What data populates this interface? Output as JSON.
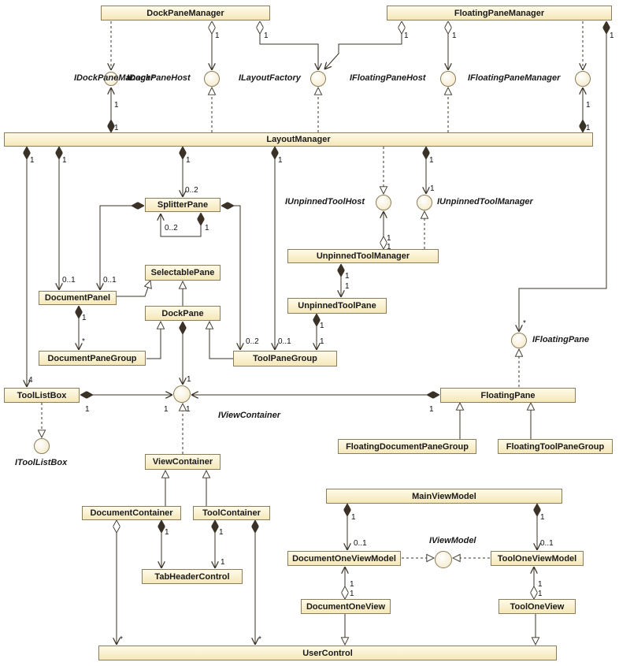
{
  "diagram_type": "uml-class-diagram",
  "classes": {
    "dock_pane_manager": "DockPaneManager",
    "floating_pane_manager": "FloatingPaneManager",
    "layout_manager": "LayoutManager",
    "splitter_pane": "SplitterPane",
    "selectable_pane": "SelectablePane",
    "document_panel": "DocumentPanel",
    "dock_pane": "DockPane",
    "document_pane_group": "DocumentPaneGroup",
    "tool_pane_group": "ToolPaneGroup",
    "unpinned_tool_manager": "UnpinnedToolManager",
    "unpinned_tool_pane": "UnpinnedToolPane",
    "tool_list_box": "ToolListBox",
    "floating_pane": "FloatingPane",
    "floating_document_pane_group": "FloatingDocumentPaneGroup",
    "floating_tool_pane_group": "FloatingToolPaneGroup",
    "view_container": "ViewContainer",
    "document_container": "DocumentContainer",
    "tool_container": "ToolContainer",
    "tab_header_control": "TabHeaderControl",
    "main_view_model": "MainViewModel",
    "document_one_view_model": "DocumentOneViewModel",
    "tool_one_view_model": "ToolOneViewModel",
    "document_one_view": "DocumentOneView",
    "tool_one_view": "ToolOneView",
    "user_control": "UserControl"
  },
  "interfaces": {
    "i_dock_pane_manager": "IDockPaneManager",
    "i_dock_pane_host": "IDockPaneHost",
    "i_layout_factory": "ILayoutFactory",
    "i_floating_pane_host": "IFloatingPaneHost",
    "i_floating_pane_manager": "IFloatingPaneManager",
    "i_unpinned_tool_host": "IUnpinnedToolHost",
    "i_unpinned_tool_manager": "IUnpinnedToolManager",
    "i_floating_pane": "IFloatingPane",
    "i_view_container": "IViewContainer",
    "i_tool_list_box": "IToolListBox",
    "i_view_model": "IViewModel"
  },
  "relationships": [
    {
      "kind": "realization",
      "from": "DockPaneManager",
      "to": "IDockPaneManager"
    },
    {
      "kind": "aggregation",
      "from": "DockPaneManager",
      "to": "IDockPaneHost",
      "target_multiplicity": "1"
    },
    {
      "kind": "aggregation",
      "from": "DockPaneManager",
      "to": "ILayoutFactory",
      "source_multiplicity": "1"
    },
    {
      "kind": "aggregation",
      "from": "FloatingPaneManager",
      "to": "ILayoutFactory",
      "source_multiplicity": "1",
      "target_multiplicity": "1"
    },
    {
      "kind": "aggregation",
      "from": "FloatingPaneManager",
      "to": "IFloatingPaneHost",
      "target_multiplicity": "1"
    },
    {
      "kind": "realization",
      "from": "FloatingPaneManager",
      "to": "IFloatingPaneManager"
    },
    {
      "kind": "composition",
      "from": "FloatingPaneManager",
      "to": "IFloatingPane",
      "target_multiplicity": "*"
    },
    {
      "kind": "composition",
      "from": "LayoutManager",
      "to": "IDockPaneManager",
      "source_multiplicity": "1",
      "target_multiplicity": "1"
    },
    {
      "kind": "realization",
      "from": "LayoutManager",
      "to": "IDockPaneHost"
    },
    {
      "kind": "realization",
      "from": "LayoutManager",
      "to": "ILayoutFactory"
    },
    {
      "kind": "realization",
      "from": "LayoutManager",
      "to": "IFloatingPaneHost"
    },
    {
      "kind": "composition",
      "from": "LayoutManager",
      "to": "IFloatingPaneManager",
      "source_multiplicity": "1",
      "target_multiplicity": "1"
    },
    {
      "kind": "composition",
      "from": "LayoutManager",
      "to": "ToolListBox",
      "source_multiplicity": "1",
      "target_multiplicity": "4"
    },
    {
      "kind": "composition",
      "from": "LayoutManager",
      "to": "DocumentPanel",
      "source_multiplicity": "1",
      "target_multiplicity": "0..1"
    },
    {
      "kind": "composition",
      "from": "LayoutManager",
      "to": "SplitterPane",
      "source_multiplicity": "1",
      "target_multiplicity": "0..2"
    },
    {
      "kind": "composition",
      "from": "LayoutManager",
      "to": "ToolPaneGroup",
      "source_multiplicity": "1",
      "target_multiplicity": "0..1"
    },
    {
      "kind": "realization",
      "from": "LayoutManager",
      "to": "IUnpinnedToolHost"
    },
    {
      "kind": "composition",
      "from": "LayoutManager",
      "to": "IUnpinnedToolManager",
      "source_multiplicity": "1",
      "target_multiplicity": "1"
    },
    {
      "kind": "composition",
      "from": "SplitterPane",
      "to": "SplitterPane",
      "source_multiplicity": "1",
      "target_multiplicity": "0..2"
    },
    {
      "kind": "composition",
      "from": "SplitterPane",
      "to": "DocumentPanel",
      "target_multiplicity": "0..1"
    },
    {
      "kind": "composition",
      "from": "SplitterPane",
      "to": "ToolPaneGroup",
      "target_multiplicity": "0..2"
    },
    {
      "kind": "aggregation",
      "from": "UnpinnedToolManager",
      "to": "IUnpinnedToolHost",
      "source_multiplicity": "1",
      "target_multiplicity": "1"
    },
    {
      "kind": "realization",
      "from": "UnpinnedToolManager",
      "to": "IUnpinnedToolManager"
    },
    {
      "kind": "composition",
      "from": "UnpinnedToolManager",
      "to": "UnpinnedToolPane",
      "source_multiplicity": "1",
      "target_multiplicity": "1"
    },
    {
      "kind": "composition",
      "from": "UnpinnedToolPane",
      "to": "ToolPaneGroup",
      "source_multiplicity": "1",
      "target_multiplicity": "1"
    },
    {
      "kind": "generalization",
      "from": "DocumentPanel",
      "to": "SelectablePane"
    },
    {
      "kind": "generalization",
      "from": "DockPane",
      "to": "SelectablePane"
    },
    {
      "kind": "composition",
      "from": "DocumentPanel",
      "to": "DocumentPaneGroup",
      "source_multiplicity": "1",
      "target_multiplicity": "*"
    },
    {
      "kind": "generalization",
      "from": "DocumentPaneGroup",
      "to": "DockPane"
    },
    {
      "kind": "generalization",
      "from": "ToolPaneGroup",
      "to": "DockPane"
    },
    {
      "kind": "composition",
      "from": "DockPane",
      "to": "IViewContainer",
      "source_multiplicity": "1",
      "target_multiplicity": "1"
    },
    {
      "kind": "composition",
      "from": "ToolListBox",
      "to": "IViewContainer",
      "source_multiplicity": "1",
      "target_multiplicity": "1"
    },
    {
      "kind": "composition",
      "from": "FloatingPane",
      "to": "IViewContainer",
      "source_multiplicity": "1",
      "target_multiplicity": "1"
    },
    {
      "kind": "realization",
      "from": "ToolListBox",
      "to": "IToolListBox"
    },
    {
      "kind": "realization",
      "from": "FloatingPane",
      "to": "IFloatingPane"
    },
    {
      "kind": "generalization",
      "from": "FloatingDocumentPaneGroup",
      "to": "FloatingPane"
    },
    {
      "kind": "generalization",
      "from": "FloatingToolPaneGroup",
      "to": "FloatingPane"
    },
    {
      "kind": "realization",
      "from": "ViewContainer",
      "to": "IViewContainer"
    },
    {
      "kind": "generalization",
      "from": "DocumentContainer",
      "to": "ViewContainer"
    },
    {
      "kind": "generalization",
      "from": "ToolContainer",
      "to": "ViewContainer"
    },
    {
      "kind": "composition",
      "from": "DocumentContainer",
      "to": "TabHeaderControl",
      "source_multiplicity": "1"
    },
    {
      "kind": "composition",
      "from": "ToolContainer",
      "to": "TabHeaderControl",
      "source_multiplicity": "1",
      "target_multiplicity": "1"
    },
    {
      "kind": "aggregation",
      "from": "DocumentContainer",
      "to": "UserControl",
      "target_multiplicity": "*"
    },
    {
      "kind": "composition",
      "from": "ToolContainer",
      "to": "UserControl",
      "target_multiplicity": "*"
    },
    {
      "kind": "composition",
      "from": "MainViewModel",
      "to": "DocumentOneViewModel",
      "source_multiplicity": "1",
      "target_multiplicity": "0..1"
    },
    {
      "kind": "composition",
      "from": "MainViewModel",
      "to": "ToolOneViewModel",
      "source_multiplicity": "1",
      "target_multiplicity": "0..1"
    },
    {
      "kind": "realization",
      "from": "DocumentOneViewModel",
      "to": "IViewModel"
    },
    {
      "kind": "realization",
      "from": "ToolOneViewModel",
      "to": "IViewModel"
    },
    {
      "kind": "aggregation",
      "from": "DocumentOneView",
      "to": "DocumentOneViewModel",
      "source_multiplicity": "1",
      "target_multiplicity": "1"
    },
    {
      "kind": "aggregation",
      "from": "ToolOneView",
      "to": "ToolOneViewModel",
      "source_multiplicity": "1",
      "target_multiplicity": "1"
    },
    {
      "kind": "generalization",
      "from": "DocumentOneView",
      "to": "UserControl"
    },
    {
      "kind": "generalization",
      "from": "ToolOneView",
      "to": "UserControl"
    }
  ],
  "colors": {
    "class_fill_top": "#fffbe9",
    "class_fill_bottom": "#f5e7b8",
    "class_border": "#8b7d5b",
    "line": "#3a3226"
  }
}
